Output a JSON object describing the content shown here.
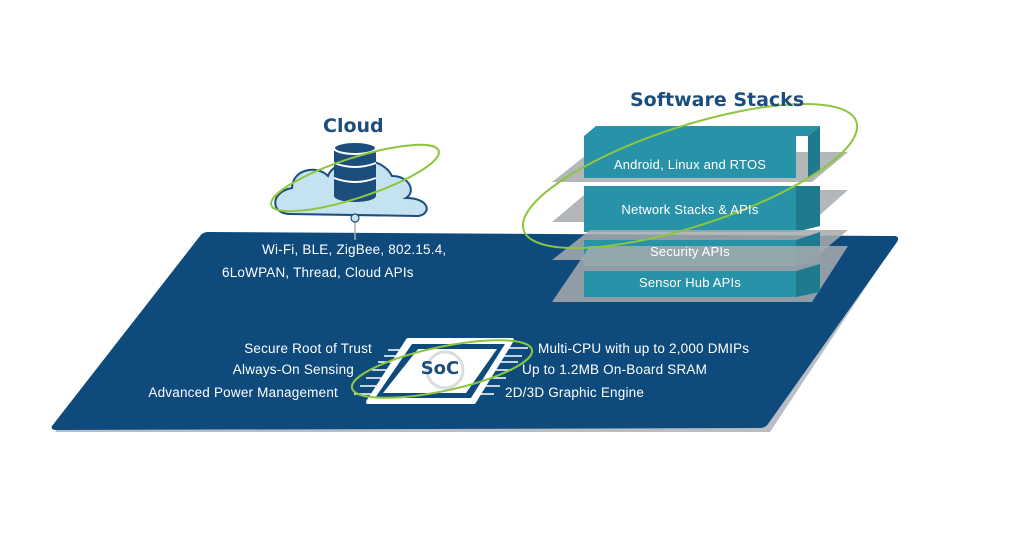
{
  "cloud": {
    "title": "Cloud",
    "icon": "database-cloud-icon"
  },
  "connectivity": {
    "line1": "Wi-Fi, BLE, ZigBee, 802.15.4,",
    "line2": "6LoWPAN, Thread, Cloud APIs"
  },
  "software_stacks": {
    "title": "Software Stacks",
    "layers": [
      "Android, Linux and RTOS",
      "Network Stacks & APIs",
      "Security APIs",
      "Sensor Hub APIs"
    ]
  },
  "soc": {
    "label": "SoC",
    "left_features": [
      "Secure Root of Trust",
      "Always-On Sensing",
      "Advanced Power Management"
    ],
    "right_features": [
      "Multi-CPU with up to 2,000 DMIPs",
      "Up to 1.2MB On-Board SRAM",
      "2D/3D Graphic Engine"
    ]
  },
  "colors": {
    "platform": "#0e4a7c",
    "platform_edge": "#c9ced4",
    "layer": "#2893a8",
    "layer_shadow": "#a7aaae",
    "orbit": "#8cc63f",
    "title": "#1b4d7d",
    "cloud_fill": "#c5e2f0"
  }
}
